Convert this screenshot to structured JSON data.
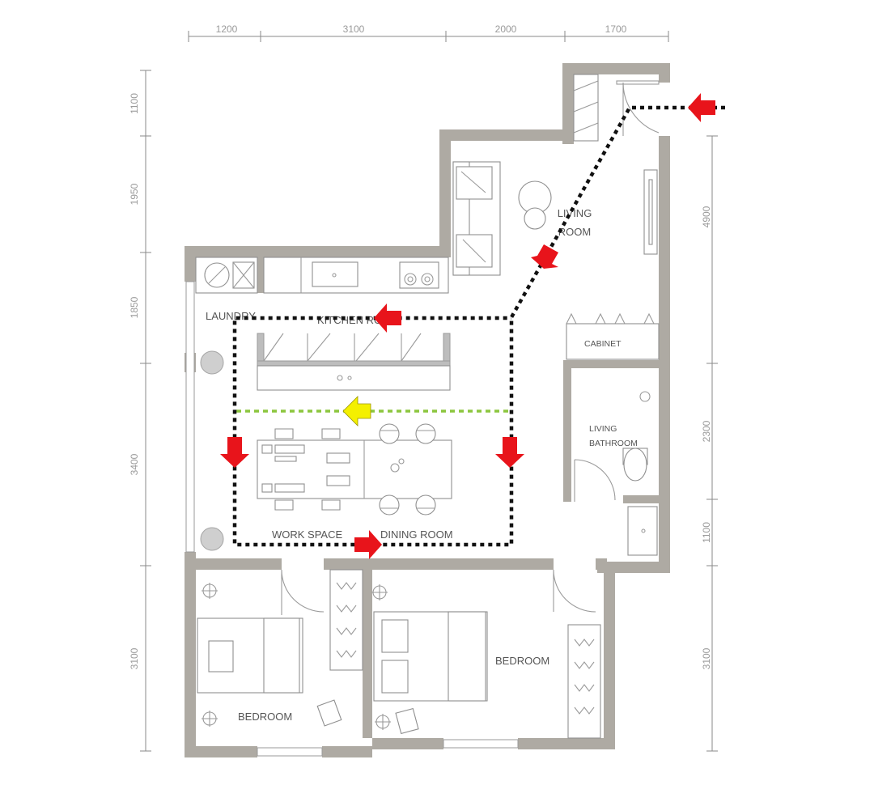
{
  "dimensions": {
    "top": [
      "1200",
      "3100",
      "2000",
      "1700"
    ],
    "left": [
      "1100",
      "1950",
      "1850",
      "3400",
      "3100"
    ],
    "right": [
      "4900",
      "2300",
      "1100",
      "3100"
    ]
  },
  "rooms": {
    "living_room_line1": "LIVING",
    "living_room_line2": "ROOM",
    "laundry": "LAUNDRY",
    "kitchen": "KITCHEN ROOM",
    "cabinet": "CABINET",
    "living_bathroom_line1": "LIVING",
    "living_bathroom_line2": "BATHROOM",
    "work_space": "WORK SPACE",
    "dining_room": "DINING ROOM",
    "bedroom_left": "BEDROOM",
    "bedroom_right": "BEDROOM"
  },
  "colors": {
    "wall": "#aeaaa3",
    "flow_arrow": "#e8141b",
    "focus_arrow": "#f4f000",
    "circulation_path": "#111111",
    "divider_line": "#8cc63f"
  }
}
